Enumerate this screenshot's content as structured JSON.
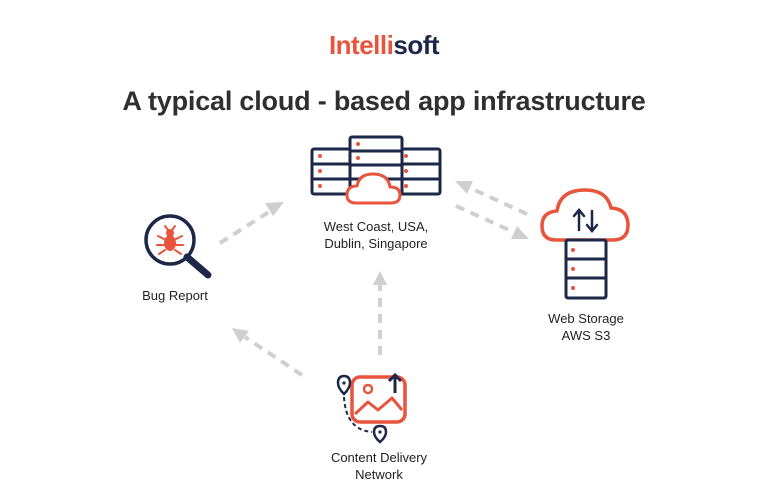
{
  "brand": {
    "part1": "Intelli",
    "part2": "soft"
  },
  "title": "A typical cloud - based app infrastructure",
  "nodes": {
    "servers": {
      "line1": "West Coast, USA,",
      "line2": "Dublin, Singapore"
    },
    "bug_report": {
      "line1": "Bug Report"
    },
    "web_storage": {
      "line1": "Web Storage",
      "line2": "AWS S3"
    },
    "cdn": {
      "line1": "Content Delivery",
      "line2": "Network"
    }
  },
  "colors": {
    "accent": "#e8543c",
    "navy": "#1d2747",
    "arrow": "#cfcfcf",
    "text": "#2f2f2f"
  }
}
